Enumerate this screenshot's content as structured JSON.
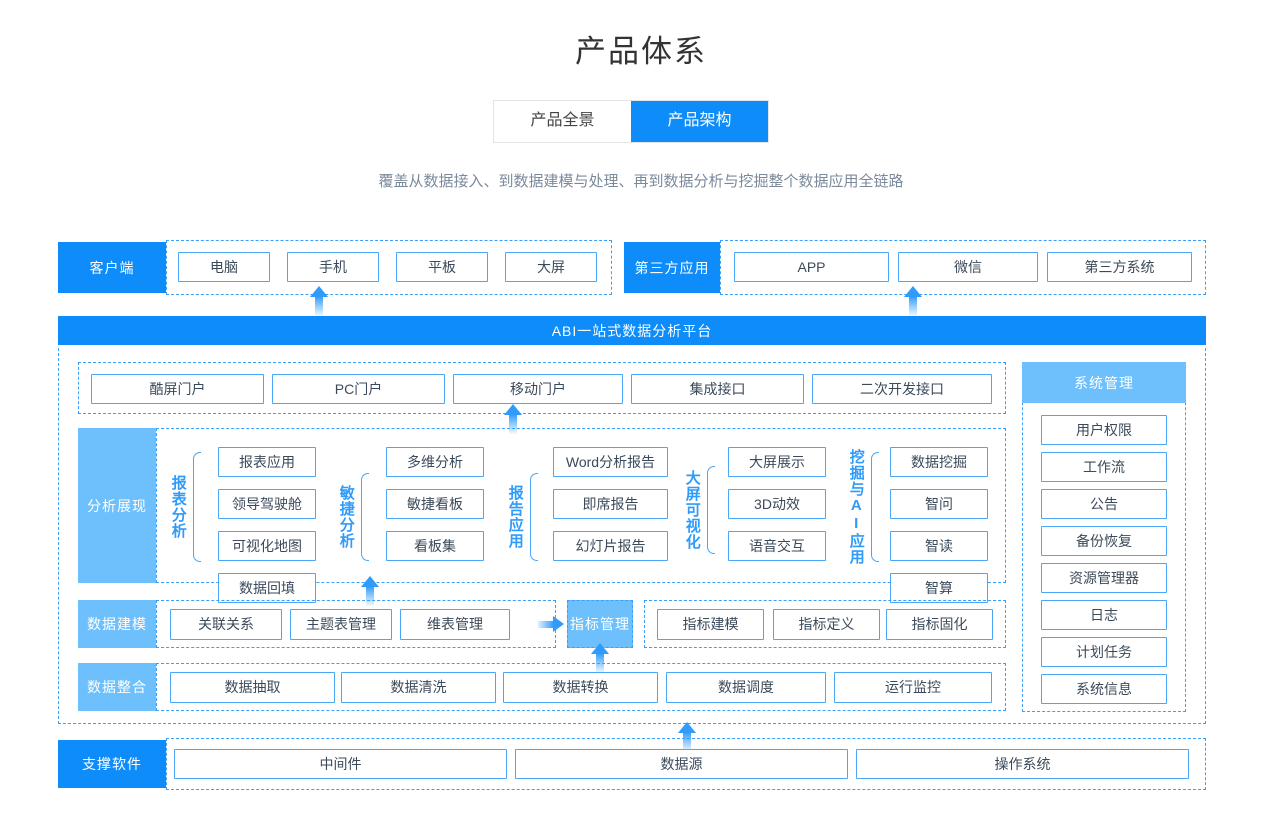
{
  "header": {
    "title": "产品体系",
    "tabs": [
      {
        "label": "产品全景",
        "active": false
      },
      {
        "label": "产品架构",
        "active": true
      }
    ],
    "subtitle": "覆盖从数据接入、到数据建模与处理、再到数据分析与挖掘整个数据应用全链路"
  },
  "colors": {
    "primary_blue": "#0d8cfa",
    "light_blue": "#6ec0fc",
    "border_blue": "#4aa7f7",
    "dashed_blue": "#3ba0fb",
    "text_dark": "#3b4a5a",
    "subtitle_gray": "#7b8a9b"
  },
  "client_row": {
    "label": "客户端",
    "items": [
      "电脑",
      "手机",
      "平板",
      "大屏"
    ]
  },
  "third_party_row": {
    "label": "第三方应用",
    "items": [
      "APP",
      "微信",
      "第三方系统"
    ]
  },
  "platform_bar": {
    "label": "ABI一站式数据分析平台"
  },
  "portal_row": {
    "items": [
      "酷屏门户",
      "PC门户",
      "移动门户",
      "集成接口",
      "二次开发接口"
    ]
  },
  "analysis_row": {
    "label": "分析展现",
    "groups": [
      {
        "name": "报表分析",
        "items": [
          "报表应用",
          "领导驾驶舱",
          "可视化地图",
          "数据回填"
        ]
      },
      {
        "name": "敏捷分析",
        "items": [
          "多维分析",
          "敏捷看板",
          "看板集"
        ]
      },
      {
        "name": "报告应用",
        "items": [
          "Word分析报告",
          "即席报告",
          "幻灯片报告"
        ]
      },
      {
        "name": "大屏可视化",
        "items": [
          "大屏展示",
          "3D动效",
          "语音交互"
        ]
      },
      {
        "name": "挖掘与AI应用",
        "items": [
          "数据挖掘",
          "智问",
          "智读",
          "智算"
        ]
      }
    ]
  },
  "modeling_row": {
    "label": "数据建模",
    "items_left": [
      "关联关系",
      "主题表管理",
      "维表管理"
    ],
    "highlight": "指标管理",
    "items_right": [
      "指标建模",
      "指标定义",
      "指标固化"
    ]
  },
  "integration_row": {
    "label": "数据整合",
    "items": [
      "数据抽取",
      "数据清洗",
      "数据转换",
      "数据调度",
      "运行监控"
    ]
  },
  "system_management": {
    "label": "系统管理",
    "items": [
      "用户权限",
      "工作流",
      "公告",
      "备份恢复",
      "资源管理器",
      "日志",
      "计划任务",
      "系统信息"
    ]
  },
  "support_row": {
    "label": "支撑软件",
    "items": [
      "中间件",
      "数据源",
      "操作系统"
    ]
  }
}
